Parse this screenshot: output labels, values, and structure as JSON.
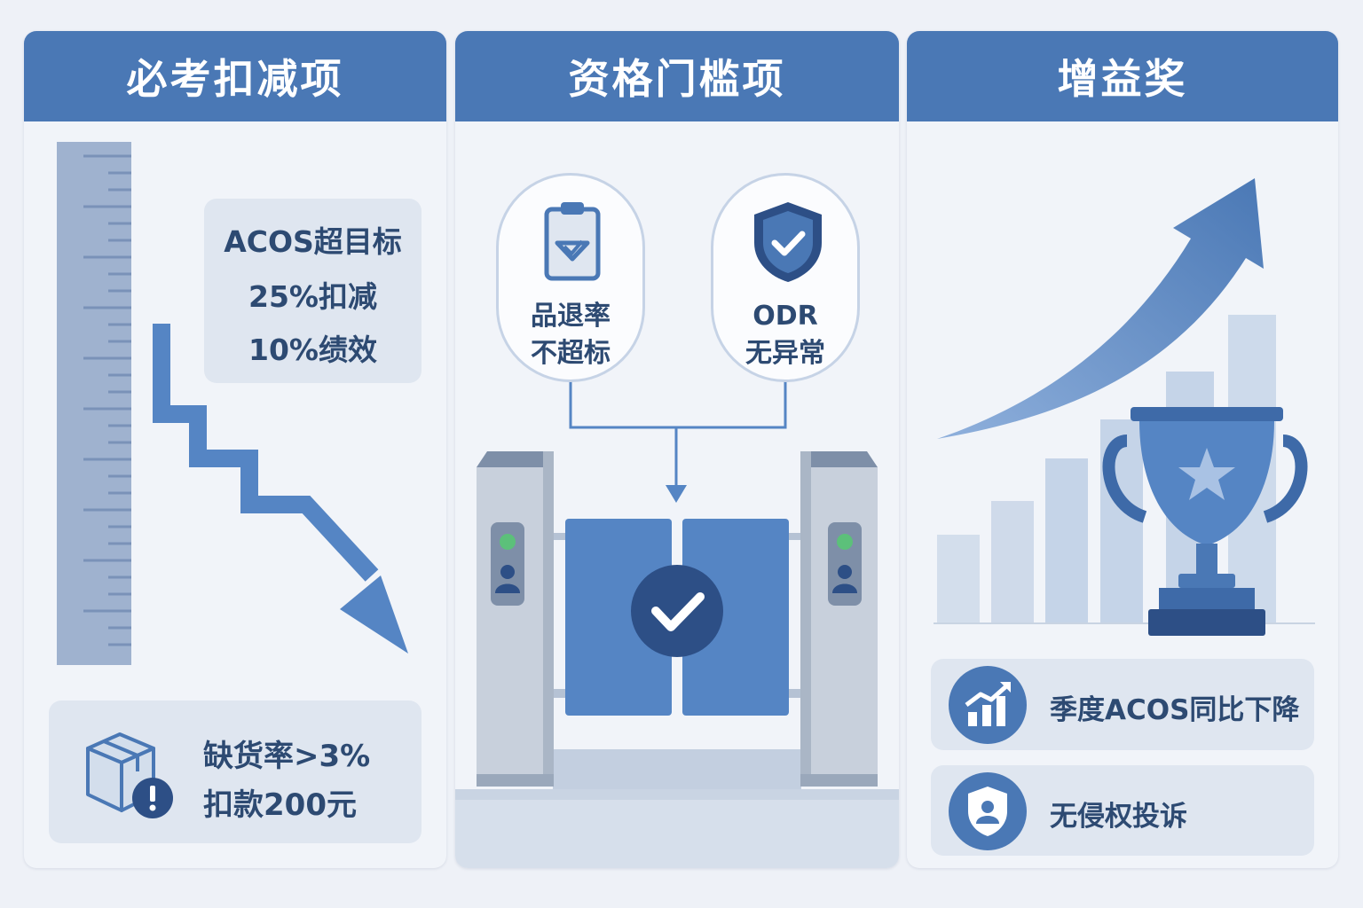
{
  "panels": {
    "deduction": {
      "title": "必考扣减项",
      "acos_card": {
        "line1": "ACOS超目标",
        "line2": "25%扣减",
        "line3": "10%绩效"
      },
      "stock_card": {
        "line1": "缺货率>3%",
        "line2": "扣款200元",
        "icons": [
          "box-icon",
          "exclamation-icon"
        ]
      }
    },
    "threshold": {
      "title": "资格门槛项",
      "left_bubble": {
        "icon": "clipboard-check-icon",
        "line1": "品退率",
        "line2": "不超标"
      },
      "right_bubble": {
        "icon": "shield-check-icon",
        "line1": "ODR",
        "line2": "无异常"
      },
      "gate": {
        "icon": "check-circle-icon"
      }
    },
    "bonus": {
      "title": "增益奖",
      "items": [
        {
          "icon": "growth-chart-icon",
          "label": "季度ACOS同比下降"
        },
        {
          "icon": "shield-user-icon",
          "label": "无侵权投诉"
        }
      ]
    }
  },
  "colors": {
    "header": "#4a78b5",
    "accent": "#5585c4",
    "dark": "#2d4f86",
    "card": "#dfe6f0",
    "background": "#eef1f7"
  }
}
